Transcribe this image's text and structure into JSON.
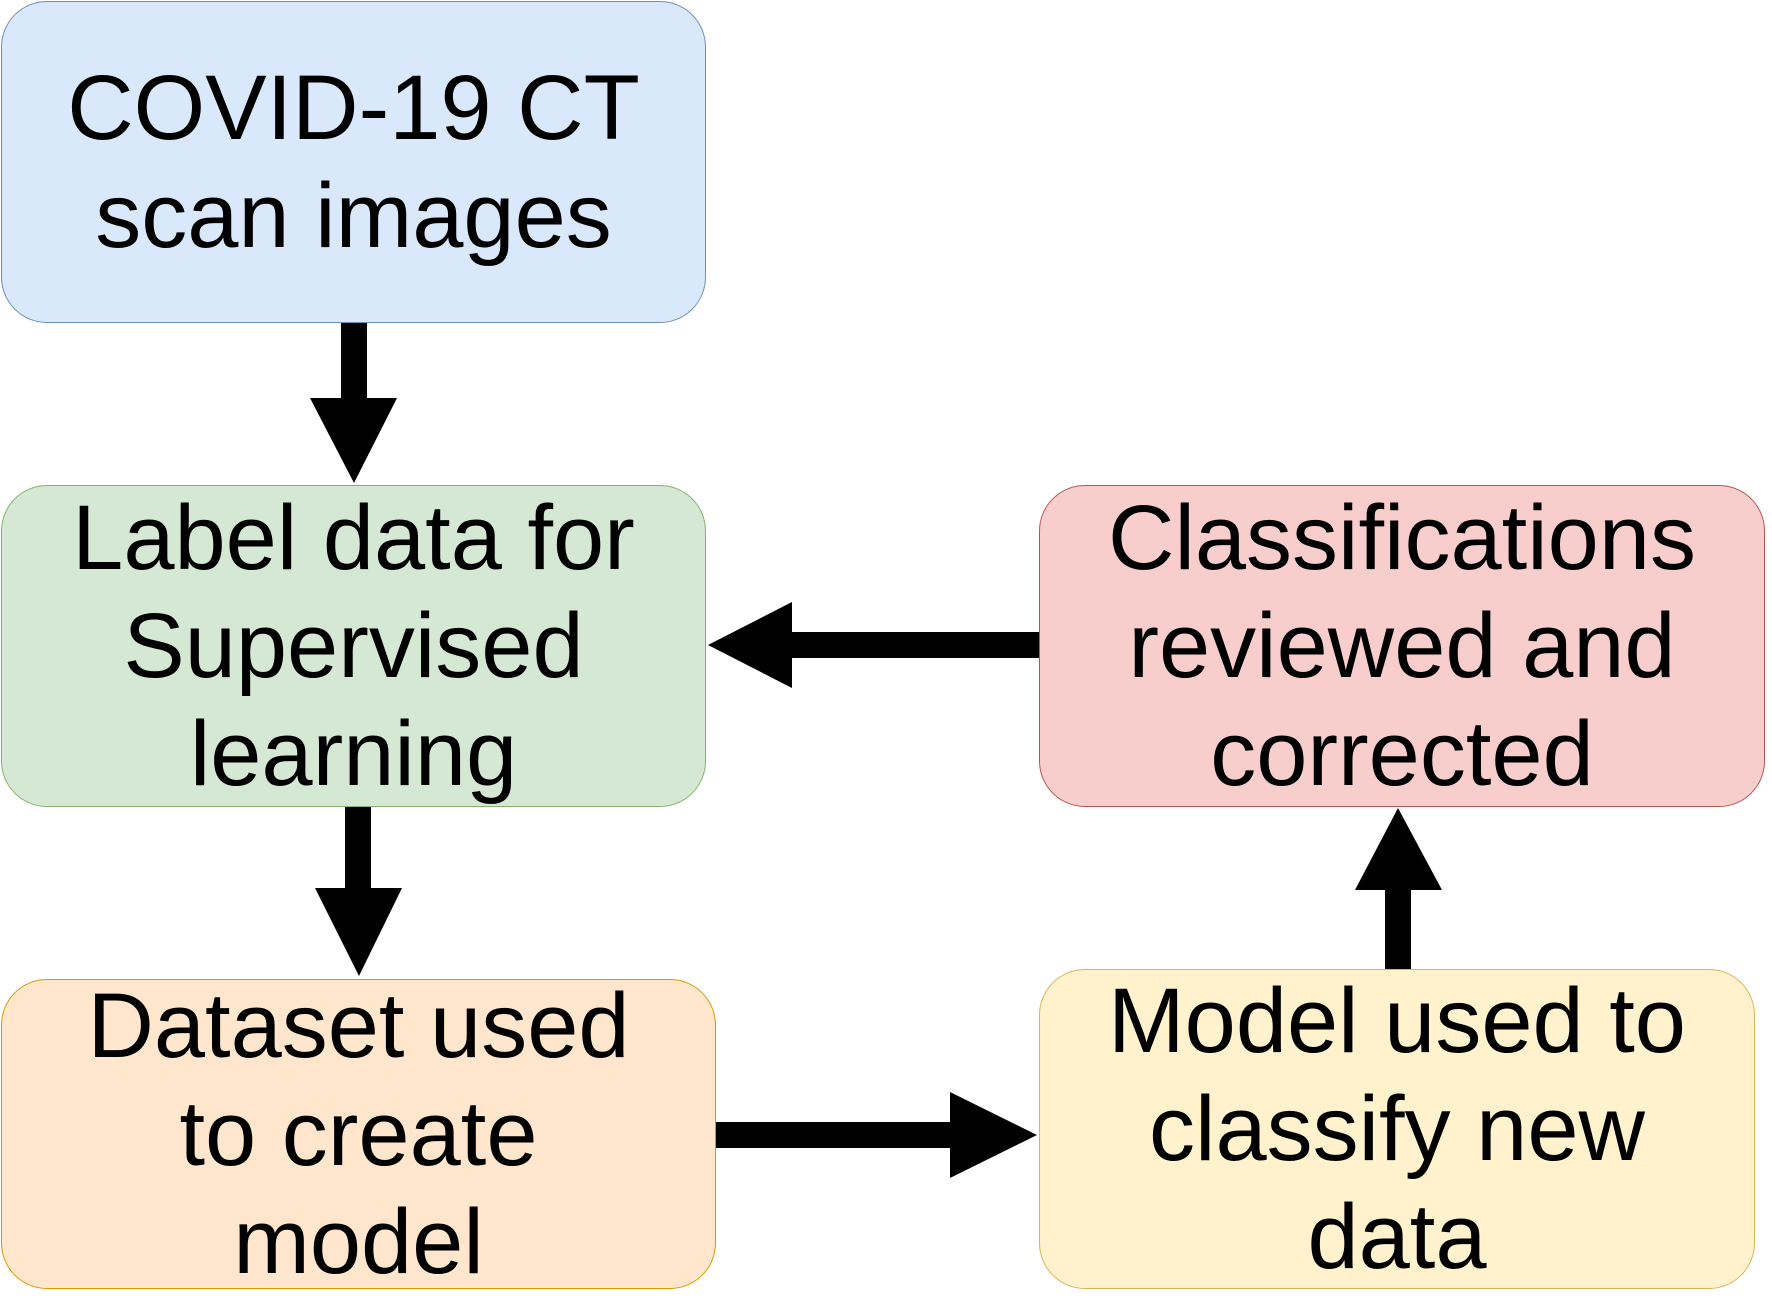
{
  "nodes": {
    "covid": {
      "text": "COVID-19 CT\nscan images",
      "fill": "#dae8fc",
      "stroke": "#6c8ebf"
    },
    "label": {
      "text": "Label data for\nSupervised\nlearning",
      "fill": "#d5e8d4",
      "stroke": "#82b366"
    },
    "dataset": {
      "text": "Dataset used\nto create\nmodel",
      "fill": "#ffe6cc",
      "stroke": "#d79b00"
    },
    "model": {
      "text": "Model used to\nclassify new\ndata",
      "fill": "#fff2cc",
      "stroke": "#d6b656"
    },
    "review": {
      "text": "Classifications\nreviewed and\ncorrected",
      "fill": "#f8cecc",
      "stroke": "#b85450"
    }
  },
  "edges": [
    {
      "from": "covid",
      "to": "label"
    },
    {
      "from": "label",
      "to": "dataset"
    },
    {
      "from": "dataset",
      "to": "model"
    },
    {
      "from": "model",
      "to": "review"
    },
    {
      "from": "review",
      "to": "label"
    }
  ],
  "colors": {
    "arrow": "#000000",
    "background": "#ffffff"
  }
}
